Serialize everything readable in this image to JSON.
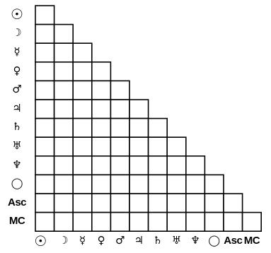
{
  "rows": [
    {
      "symbol": "☉",
      "name": "sun-icon"
    },
    {
      "symbol": "☽",
      "name": "moon-icon"
    },
    {
      "symbol": "☿",
      "name": "mercury-icon"
    },
    {
      "symbol": "♀",
      "name": "venus-icon"
    },
    {
      "symbol": "♂",
      "name": "mars-icon"
    },
    {
      "symbol": "♃",
      "name": "jupiter-icon"
    },
    {
      "symbol": "♄",
      "name": "saturn-icon"
    },
    {
      "symbol": "♅",
      "name": "uranus-icon"
    },
    {
      "symbol": "♆",
      "name": "neptune-icon"
    },
    {
      "symbol": "◯",
      "name": "pluto-icon"
    },
    {
      "symbol": "Asc",
      "name": "ascendant-label"
    },
    {
      "symbol": "MC",
      "name": "midheaven-label"
    }
  ],
  "columns": [
    {
      "symbol": "☉",
      "name": "sun-icon"
    },
    {
      "symbol": "☽",
      "name": "moon-icon"
    },
    {
      "symbol": "☿",
      "name": "mercury-icon"
    },
    {
      "symbol": "♀",
      "name": "venus-icon"
    },
    {
      "symbol": "♂",
      "name": "mars-icon"
    },
    {
      "symbol": "♃",
      "name": "jupiter-icon"
    },
    {
      "symbol": "♄",
      "name": "saturn-icon"
    },
    {
      "symbol": "♅",
      "name": "uranus-icon"
    },
    {
      "symbol": "♆",
      "name": "neptune-icon"
    },
    {
      "symbol": "◯",
      "name": "pluto-icon"
    },
    {
      "symbol": "Asc",
      "name": "ascendant-label"
    },
    {
      "symbol": "MC",
      "name": "midheaven-label"
    }
  ]
}
